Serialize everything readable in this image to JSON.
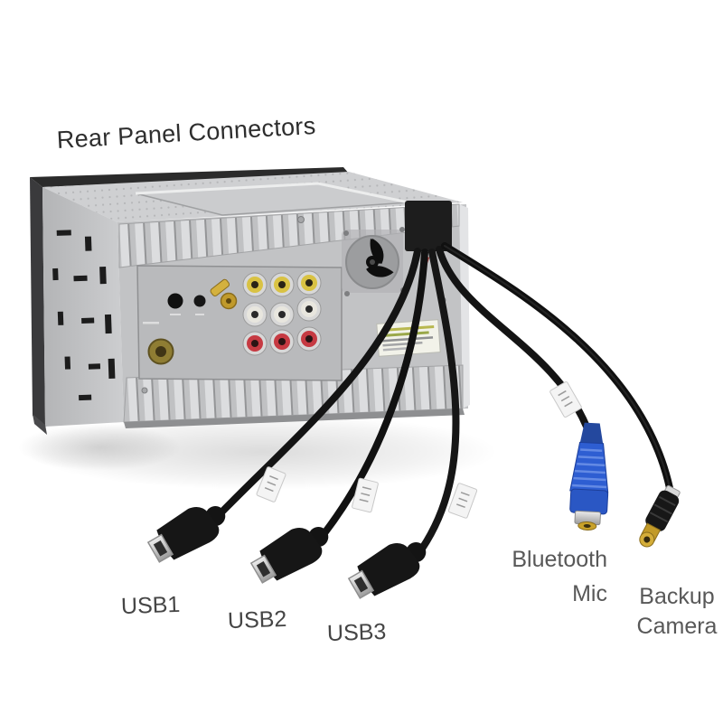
{
  "title": "Rear Panel Connectors",
  "connector_labels": {
    "usb1": "USB1",
    "usb2": "USB2",
    "usb3": "USB3",
    "bluetooth_mic": {
      "line1": "Bluetooth",
      "line2": "Mic"
    },
    "backup_camera": {
      "line1": "Backup",
      "line2": "Camera"
    }
  },
  "palette": {
    "background": "#ffffff",
    "chassis_gray": "#c6c7c9",
    "recessed_panel_gray": "#b9babc",
    "cable_black": "#141414",
    "rca_row_top_yellow": "#d9c243",
    "rca_row_middle_white": "#e8e6de",
    "rca_row_bottom_red": "#c63a42",
    "mic_plug_blue": "#2e5ed2",
    "camera_plug_gold": "#c9a22a",
    "antenna_socket_brass": "#8f7d33",
    "label_text_gray": "#4c4c4c"
  }
}
